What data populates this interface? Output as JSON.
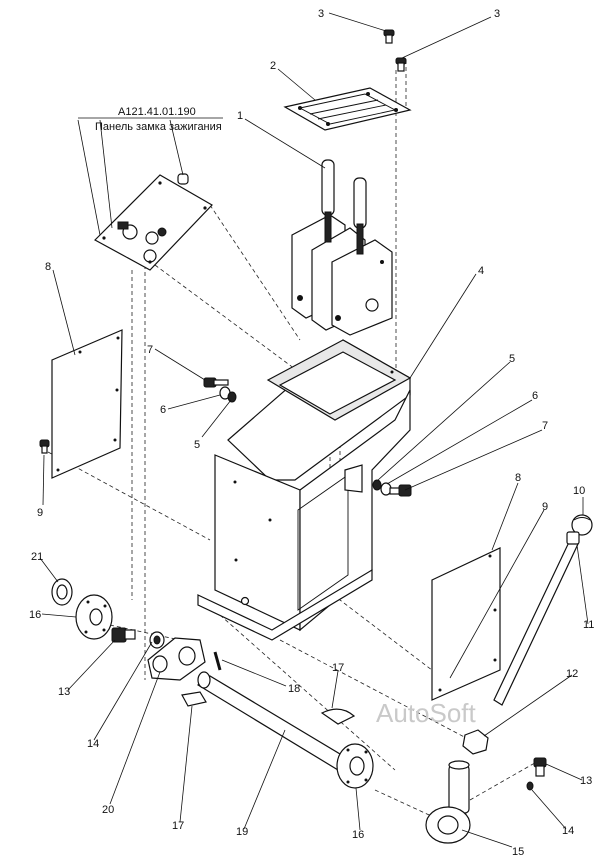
{
  "panel_callout": {
    "code": "А121.41.01.190",
    "name": "Панель замка зажигания"
  },
  "watermark": "AutoSoft",
  "callouts": [
    {
      "id": "c3a",
      "text": "3"
    },
    {
      "id": "c3b",
      "text": "3"
    },
    {
      "id": "c2",
      "text": "2"
    },
    {
      "id": "c1",
      "text": "1"
    },
    {
      "id": "c4",
      "text": "4"
    },
    {
      "id": "c8a",
      "text": "8"
    },
    {
      "id": "c7a",
      "text": "7"
    },
    {
      "id": "c6a",
      "text": "6"
    },
    {
      "id": "c5a",
      "text": "5"
    },
    {
      "id": "c9a",
      "text": "9"
    },
    {
      "id": "c5b",
      "text": "5"
    },
    {
      "id": "c6b",
      "text": "6"
    },
    {
      "id": "c7b",
      "text": "7"
    },
    {
      "id": "c8b",
      "text": "8"
    },
    {
      "id": "c9b",
      "text": "9"
    },
    {
      "id": "c10",
      "text": "10"
    },
    {
      "id": "c11",
      "text": "11"
    },
    {
      "id": "c21",
      "text": "21"
    },
    {
      "id": "c16a",
      "text": "16"
    },
    {
      "id": "c13a",
      "text": "13"
    },
    {
      "id": "c14a",
      "text": "14"
    },
    {
      "id": "c20",
      "text": "20"
    },
    {
      "id": "c17a",
      "text": "17"
    },
    {
      "id": "c18",
      "text": "18"
    },
    {
      "id": "c17b",
      "text": "17"
    },
    {
      "id": "c19",
      "text": "19"
    },
    {
      "id": "c16b",
      "text": "16"
    },
    {
      "id": "c12",
      "text": "12"
    },
    {
      "id": "c13b",
      "text": "13"
    },
    {
      "id": "c14b",
      "text": "14"
    },
    {
      "id": "c15",
      "text": "15"
    }
  ]
}
